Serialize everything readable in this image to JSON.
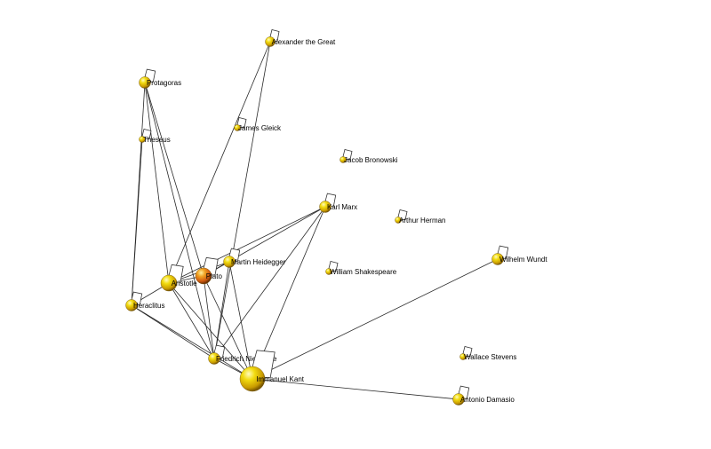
{
  "graph": {
    "nodes": [
      {
        "id": "alexander",
        "label": "Alexander the Great",
        "size": "small"
      },
      {
        "id": "protagoras",
        "label": "Protagoras",
        "size": "medium"
      },
      {
        "id": "theseus",
        "label": "Theseus",
        "size": "tiny"
      },
      {
        "id": "gleick",
        "label": "James Gleick",
        "size": "tiny"
      },
      {
        "id": "bronowski",
        "label": "Jacob Bronowski",
        "size": "tiny"
      },
      {
        "id": "marx",
        "label": "Karl Marx",
        "size": "medium"
      },
      {
        "id": "herman",
        "label": "Arthur Herman",
        "size": "tiny"
      },
      {
        "id": "heidegger",
        "label": "Martin Heidegger",
        "size": "medium"
      },
      {
        "id": "shakespeare",
        "label": "William Shakespeare",
        "size": "tiny"
      },
      {
        "id": "wundt",
        "label": "Wilhelm Wundt",
        "size": "medium"
      },
      {
        "id": "aristotle",
        "label": "Aristotle",
        "size": "large"
      },
      {
        "id": "plato",
        "label": "Plato",
        "size": "large"
      },
      {
        "id": "heraclitus",
        "label": "Heraclitus",
        "size": "medium"
      },
      {
        "id": "stevens",
        "label": "Wallace Stevens",
        "size": "tiny"
      },
      {
        "id": "nietzsche",
        "label": "Friedrich Nietzsche",
        "size": "medium"
      },
      {
        "id": "kant",
        "label": "Immanuel Kant",
        "size": "huge"
      },
      {
        "id": "damasio",
        "label": "Antonio Damasio",
        "size": "medium"
      }
    ],
    "edges": [
      [
        "alexander",
        "aristotle"
      ],
      [
        "alexander",
        "nietzsche"
      ],
      [
        "protagoras",
        "aristotle"
      ],
      [
        "protagoras",
        "plato"
      ],
      [
        "protagoras",
        "nietzsche"
      ],
      [
        "protagoras",
        "heraclitus"
      ],
      [
        "theseus",
        "heraclitus"
      ],
      [
        "marx",
        "aristotle"
      ],
      [
        "marx",
        "plato"
      ],
      [
        "marx",
        "nietzsche"
      ],
      [
        "marx",
        "kant"
      ],
      [
        "heidegger",
        "plato"
      ],
      [
        "heidegger",
        "aristotle"
      ],
      [
        "heidegger",
        "nietzsche"
      ],
      [
        "heidegger",
        "kant"
      ],
      [
        "aristotle",
        "plato"
      ],
      [
        "aristotle",
        "heraclitus"
      ],
      [
        "aristotle",
        "nietzsche"
      ],
      [
        "aristotle",
        "kant"
      ],
      [
        "plato",
        "nietzsche"
      ],
      [
        "plato",
        "kant"
      ],
      [
        "heraclitus",
        "nietzsche"
      ],
      [
        "heraclitus",
        "kant"
      ],
      [
        "nietzsche",
        "kant"
      ],
      [
        "kant",
        "wundt"
      ],
      [
        "kant",
        "damasio"
      ]
    ],
    "colors": {
      "node_highlight": "#fff9a8",
      "node_mid": "#e8c800",
      "node_dark": "#8a6a00",
      "plato_mid": "#e06a10",
      "edge": "#2a2a2a"
    }
  }
}
